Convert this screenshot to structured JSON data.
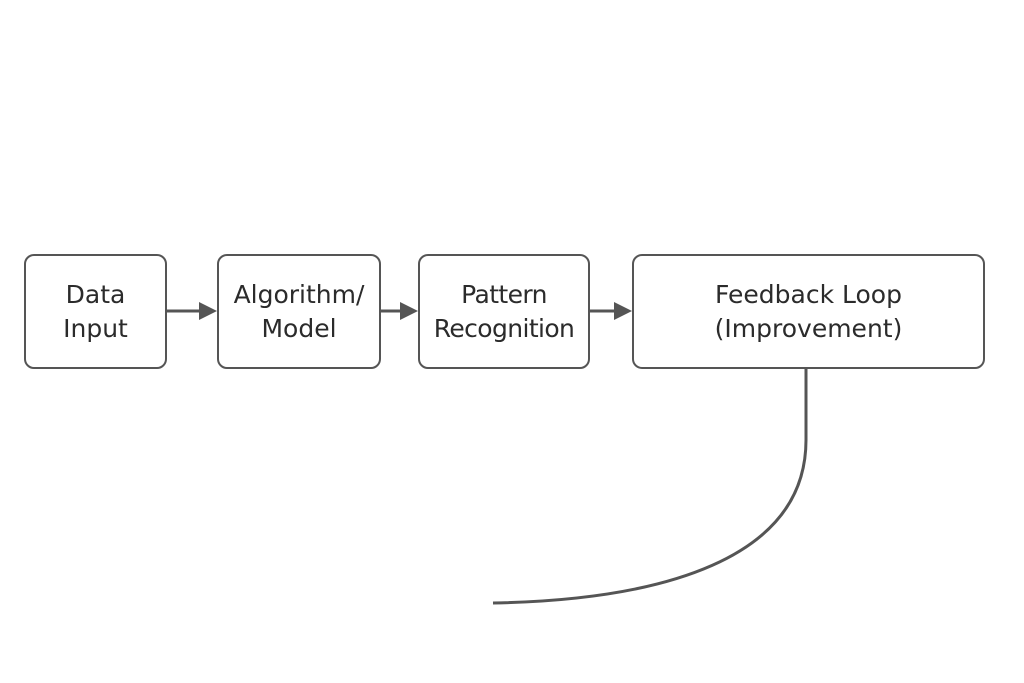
{
  "diagram": {
    "nodes": [
      {
        "id": "data-input",
        "lines": [
          "Data",
          "Input"
        ]
      },
      {
        "id": "algorithm-model",
        "lines": [
          "Algorithm/",
          "Model"
        ]
      },
      {
        "id": "pattern-recognition",
        "lines": [
          "Pattern",
          "Recognition"
        ]
      },
      {
        "id": "feedback-loop",
        "lines": [
          "Feedback Loop",
          "(Improvement)"
        ]
      }
    ],
    "edges": [
      {
        "from": "data-input",
        "to": "algorithm-model",
        "arrow": true
      },
      {
        "from": "algorithm-model",
        "to": "pattern-recognition",
        "arrow": true
      },
      {
        "from": "pattern-recognition",
        "to": "feedback-loop",
        "arrow": true
      },
      {
        "from": "feedback-loop",
        "to": "",
        "arrow": false,
        "style": "open-curve"
      }
    ],
    "colors": {
      "stroke": "#555555",
      "text": "#2b2b2b",
      "background": "#ffffff"
    }
  }
}
